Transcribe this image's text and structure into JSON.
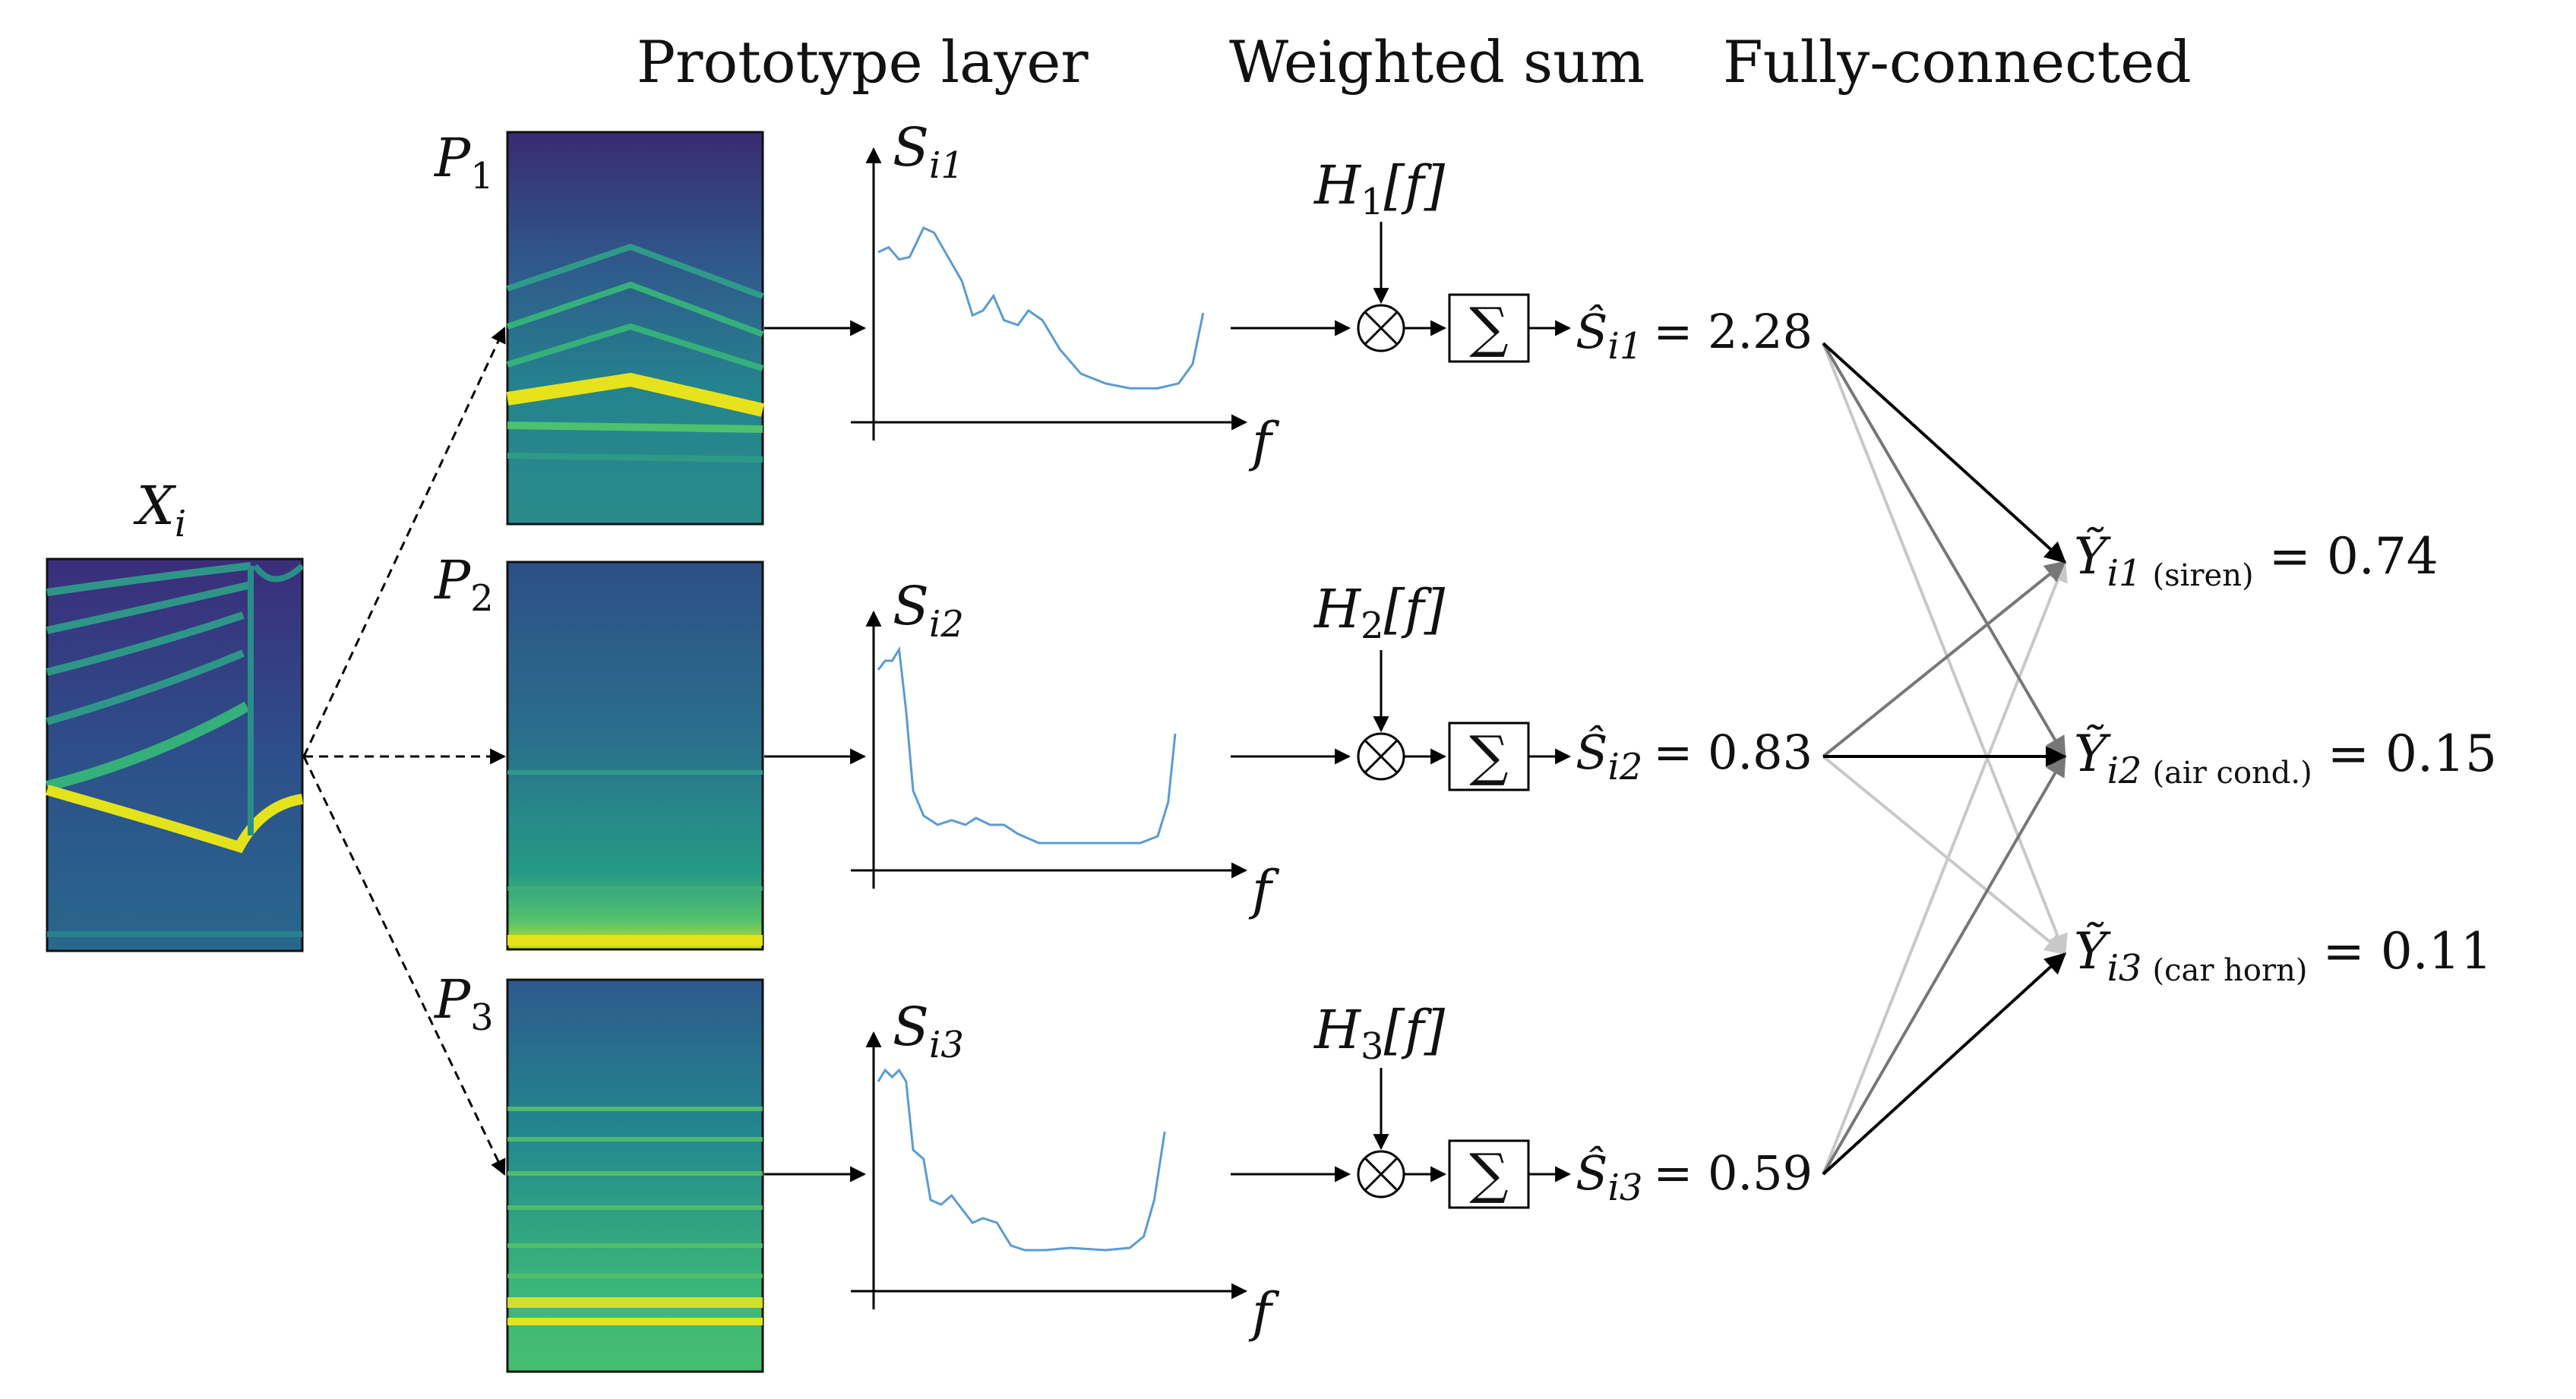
{
  "headers": {
    "prototype_layer": "Prototype layer",
    "weighted_sum": "Weighted sum",
    "fully_connected": "Fully-connected"
  },
  "input": {
    "symbol": "X",
    "subscript": "i"
  },
  "prototypes": [
    {
      "symbol": "P",
      "index": "1",
      "sim_symbol": "S",
      "sim_sub": "i1",
      "weight_symbol": "H",
      "weight_index": "1",
      "weight_arg": "[f]",
      "sum_symbol": "Ŝ",
      "sum_sub": "i1",
      "equals": "= 2.28",
      "sum_value": 2.28,
      "colormap_style": "harmonic"
    },
    {
      "symbol": "P",
      "index": "2",
      "sim_symbol": "S",
      "sim_sub": "i2",
      "weight_symbol": "H",
      "weight_index": "2",
      "weight_arg": "[f]",
      "sum_symbol": "Ŝ",
      "sum_sub": "i2",
      "equals": "= 0.83",
      "sum_value": 0.83,
      "colormap_style": "flat"
    },
    {
      "symbol": "P",
      "index": "3",
      "sim_symbol": "S",
      "sim_sub": "i3",
      "weight_symbol": "H",
      "weight_index": "3",
      "weight_arg": "[f]",
      "sum_symbol": "Ŝ",
      "sum_sub": "i3",
      "equals": "= 0.59",
      "sum_value": 0.59,
      "colormap_style": "banded"
    }
  ],
  "axis_label": "f",
  "operators": {
    "multiply": "⊗",
    "sum": "∑"
  },
  "outputs": [
    {
      "symbol": "Ỹ",
      "sub": "i1",
      "label": "(siren)",
      "equals": "= 0.74",
      "value": 0.74
    },
    {
      "symbol": "Ỹ",
      "sub": "i2",
      "label": "(air cond.)",
      "equals": "= 0.15",
      "value": 0.15
    },
    {
      "symbol": "Ỹ",
      "sub": "i3",
      "label": "(car horn)",
      "equals": "= 0.11",
      "value": 0.11
    }
  ],
  "colors": {
    "viridis_dark": "#3b1f6e",
    "viridis_mid": "#2a7f8e",
    "viridis_green": "#3fbc73",
    "viridis_yellow": "#e9e51a",
    "curve": "#5b9bd0",
    "fc_black": "#000000",
    "fc_gray": "#777777",
    "fc_light": "#c8c8c8"
  }
}
